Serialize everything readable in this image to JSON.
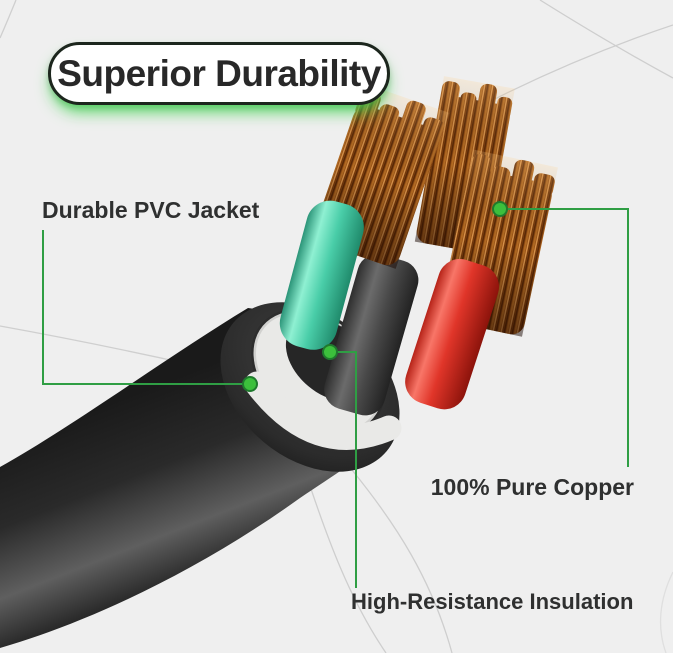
{
  "title": "Superior Durability",
  "callouts": {
    "jacket": {
      "label": "Durable PVC Jacket"
    },
    "copper": {
      "label": "100% Pure Copper"
    },
    "insulation": {
      "label": "High-Resistance Insulation"
    }
  },
  "colors": {
    "background": "#efefef",
    "accent_line_green": "#2f9e44",
    "callout_dot_green": "#3cbf3c",
    "title_glow_green": "#3ed34e",
    "pvc_jacket_black": "#282828",
    "insulation_white": "#e9e9e7",
    "copper_orange": "#9c5416",
    "wire_teal": "#4accaa",
    "wire_red": "#e23a2e",
    "wire_gray": "#4a4a4a",
    "decor_arc_gray": "#c9c9c9"
  }
}
